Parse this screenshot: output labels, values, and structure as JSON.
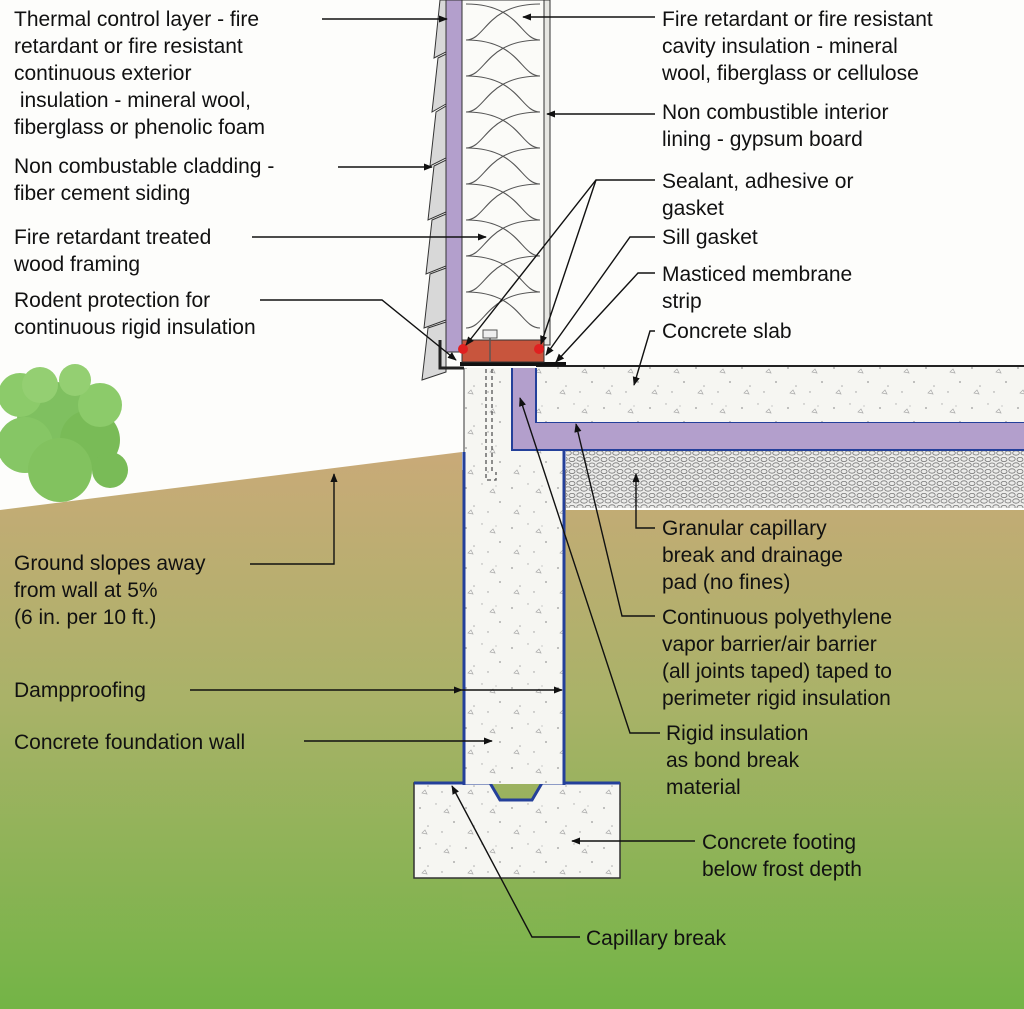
{
  "labels": {
    "thermal_control": [
      "Thermal control layer - fire",
      "retardant or fire resistant",
      "continuous exterior",
      " insulation - mineral wool,",
      "fiberglass or phenolic foam"
    ],
    "cladding": [
      "Non combustable cladding -",
      "fiber cement siding"
    ],
    "framing": [
      "Fire retardant treated",
      "wood framing"
    ],
    "rodent": [
      "Rodent protection for",
      "continuous rigid insulation"
    ],
    "cavity_insulation": [
      "Fire retardant or fire resistant",
      "cavity insulation - mineral",
      "wool, fiberglass or cellulose"
    ],
    "interior_lining": [
      "Non combustible interior",
      "lining - gypsum board"
    ],
    "sealant": [
      "Sealant, adhesive or",
      "gasket"
    ],
    "sill_gasket": [
      "Sill gasket"
    ],
    "membrane": [
      "Masticed membrane",
      "strip"
    ],
    "slab": [
      "Concrete slab"
    ],
    "ground_slope": [
      "Ground slopes away",
      "from wall at 5%",
      "(6 in. per 10 ft.)"
    ],
    "dampproofing": [
      "Dampproofing"
    ],
    "foundation_wall": [
      "Concrete foundation wall"
    ],
    "granular": [
      "Granular capillary",
      "break and drainage",
      "pad (no fines)"
    ],
    "poly": [
      "Continuous polyethylene",
      "vapor barrier/air barrier",
      "(all joints taped) taped to",
      "perimeter rigid insulation"
    ],
    "rigid_insulation": [
      "Rigid insulation",
      "as bond break",
      "material"
    ],
    "footing": [
      "Concrete footing",
      "below frost depth"
    ],
    "capillary_break": [
      "Capillary break"
    ]
  },
  "colors": {
    "insulation_purple": "#b39fcc",
    "sill_red": "#c8553d",
    "gasket_red": "#e02020",
    "concrete": "#f6f6f2",
    "soil_top": "#c9aa78",
    "soil_bottom": "#73b446",
    "tree_green": "#7fc060",
    "dampproofing_blue": "#24409a"
  }
}
